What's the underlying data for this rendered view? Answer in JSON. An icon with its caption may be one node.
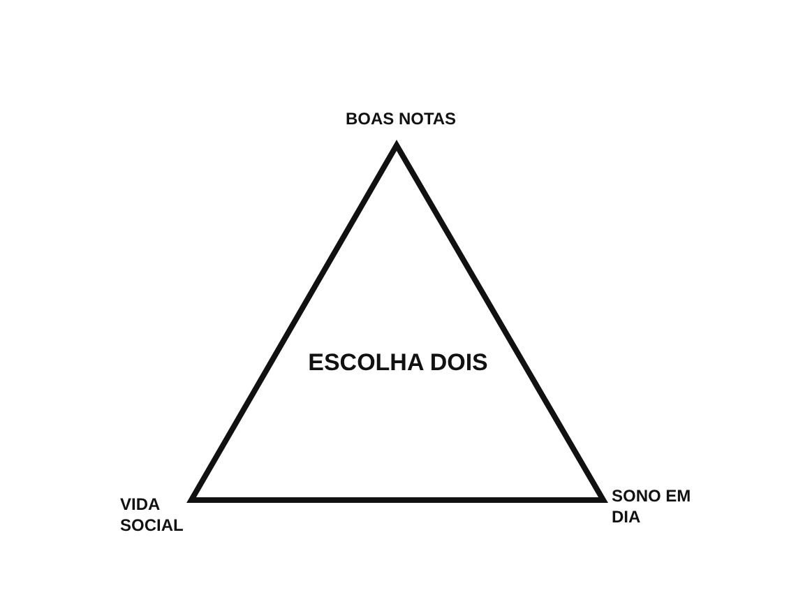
{
  "diagram": {
    "nodes": [
      {
        "text": [
          "ESCOLHA DOIS"
        ]
      }
    ],
    "labels": [
      "BOAS NOTAS",
      "VIDA SOCIAL",
      "SONO EM DIA"
    ]
  }
}
